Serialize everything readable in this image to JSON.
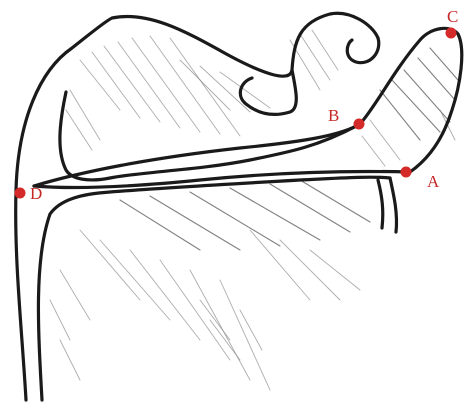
{
  "diagram": {
    "subject": "scapula-lateral-view-sketch",
    "points": [
      {
        "label": "A",
        "color": "#d42a2a"
      },
      {
        "label": "B",
        "color": "#d42a2a"
      },
      {
        "label": "C",
        "color": "#d42a2a"
      },
      {
        "label": "D",
        "color": "#d42a2a"
      }
    ],
    "colors": {
      "outline": "#1a1a1a",
      "shading": "#8a8a8a",
      "label": "#c62828"
    }
  }
}
